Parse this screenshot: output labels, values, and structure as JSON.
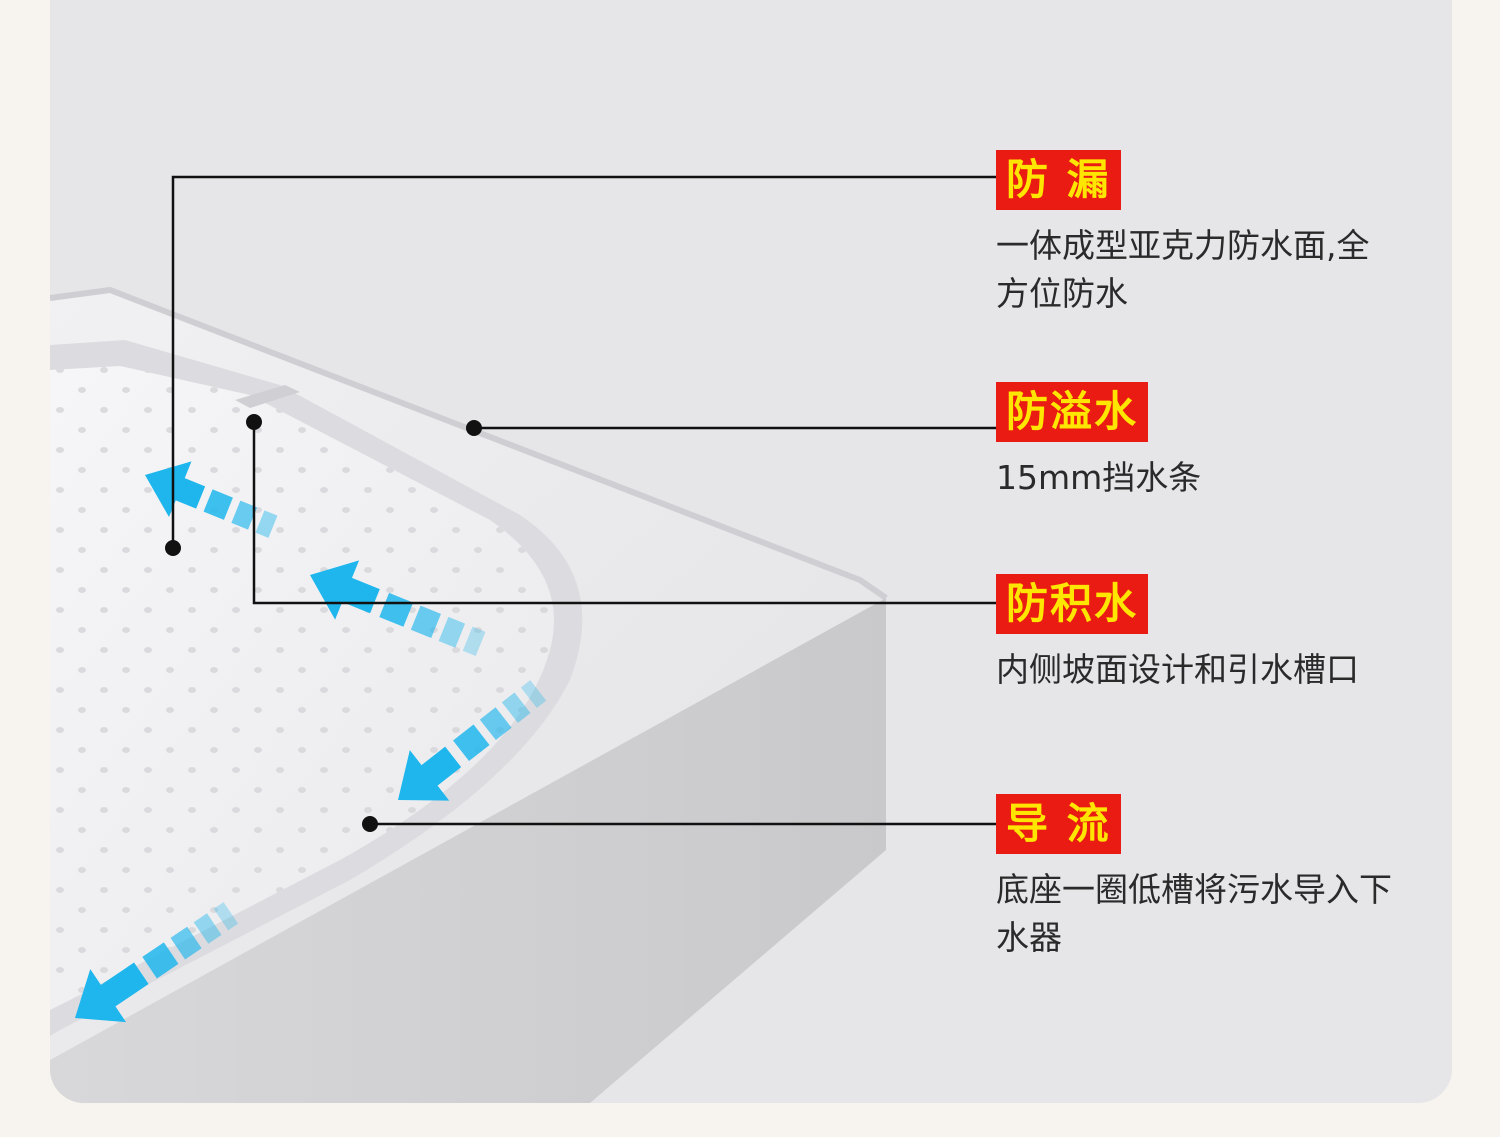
{
  "colors": {
    "panel_bg": "#e6e5e8",
    "badge_bg": "#ea1b12",
    "badge_text": "#ffe600",
    "arrow": "#1eb6ec",
    "line": "#111111"
  },
  "icons": {
    "flow_arrow": "drain-flow-arrow-icon",
    "pointer_dot": "pointer-dot-icon"
  },
  "features": [
    {
      "title": "防 漏",
      "desc": "一体成型亚克力防水面,全方位防水"
    },
    {
      "title": "防溢水",
      "desc": "15mm挡水条"
    },
    {
      "title": "防积水",
      "desc": "内侧坡面设计和引水槽口"
    },
    {
      "title": "导 流",
      "desc": "底座一圈低槽将污水导入下水器"
    }
  ]
}
